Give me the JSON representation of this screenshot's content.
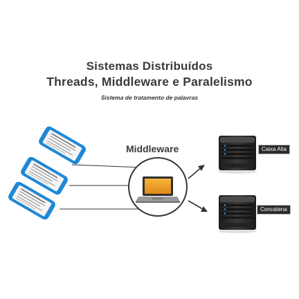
{
  "header": {
    "title_line1": "Sistemas Distribuídos",
    "title_line2": "Threads, Middleware e Paralelismo",
    "subtitle": "Sistema de tratamento de palavras"
  },
  "middleware": {
    "label": "Middleware"
  },
  "servers": [
    {
      "label": "Caixa Alta"
    },
    {
      "label": "Concatena"
    }
  ],
  "colors": {
    "phone_frame": "#1e88d6",
    "server_body": "#2a2a2a",
    "server_led": "#3aa0e8",
    "hub_border": "#333333",
    "screen_orange": "#f0a02a",
    "connector_line": "#333333"
  },
  "icons": [
    "smartphone-icon",
    "laptop-icon",
    "server-icon",
    "arrow-icon"
  ]
}
